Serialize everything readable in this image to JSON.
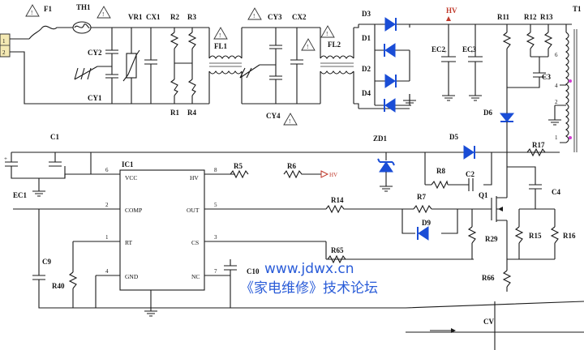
{
  "diagram": {
    "labels": {
      "F1": "F1",
      "TH1": "TH1",
      "VR1": "VR1",
      "CX1": "CX1",
      "R2": "R2",
      "R3": "R3",
      "CY2": "CY2",
      "CY1": "CY1",
      "R1": "R1",
      "R4": "R4",
      "FL1": "FL1",
      "CY3": "CY3",
      "CX2": "CX2",
      "CY4": "CY4",
      "FL2": "FL2",
      "D3": "D3",
      "D1": "D1",
      "D2": "D2",
      "D4": "D4",
      "HV": "HV",
      "EC2": "EC2",
      "EC3": "EC3",
      "R11": "R11",
      "R12": "R12",
      "R13": "R13",
      "T1": "T1",
      "C3": "C3",
      "D6": "D6",
      "ZD1": "ZD1",
      "D5": "D5",
      "R17": "R17",
      "C1": "C1",
      "EC1": "EC1",
      "IC1": "IC1",
      "R5": "R5",
      "R6": "R6",
      "HV_arrow": "HV",
      "R8": "R8",
      "C2": "C2",
      "Q1": "Q1",
      "C4": "C4",
      "R14": "R14",
      "R7": "R7",
      "D9": "D9",
      "R29": "R29",
      "R15": "R15",
      "R16": "R16",
      "C9": "C9",
      "R40": "R40",
      "R65": "R65",
      "C10": "C10",
      "R66": "R66",
      "CV": "CV"
    },
    "ic_pins": {
      "vcc": "VCC",
      "hv": "HV",
      "comp": "COMP",
      "out": "OUT",
      "rt": "RT",
      "cs": "CS",
      "gnd": "GND",
      "nc": "NC",
      "n6": "6",
      "n8": "8",
      "n2": "2",
      "n5": "5",
      "n1": "1",
      "n3": "3",
      "n4": "4",
      "n7": "7"
    },
    "connector_pins": [
      "1",
      "2"
    ],
    "transformer_pins": {
      "p6": "6",
      "p4": "4",
      "p2": "2",
      "p1": "1"
    },
    "watermark_url": "www.jdwx.cn",
    "watermark_cn": "《家电维修》技术论坛"
  }
}
